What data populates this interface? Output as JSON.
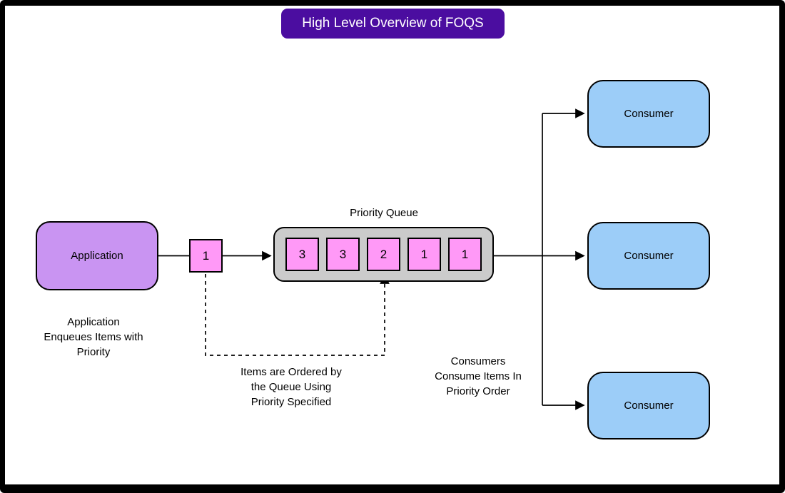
{
  "title": "High Level Overview of FOQS",
  "application": {
    "label": "Application"
  },
  "enqueue_item": {
    "value": "1"
  },
  "queue": {
    "label": "Priority Queue",
    "items": [
      "3",
      "3",
      "2",
      "1",
      "1"
    ]
  },
  "consumers": [
    {
      "label": "Consumer"
    },
    {
      "label": "Consumer"
    },
    {
      "label": "Consumer"
    }
  ],
  "captions": {
    "application": "Application\nEnqueues Items with\nPriority",
    "queue_order": "Items are Ordered by\nthe Queue Using\nPriority Specified",
    "consumers": "Consumers\nConsume Items In\nPriority Order"
  },
  "colors": {
    "banner_bg": "#4B0DA0",
    "banner_text": "#FFFFFF",
    "application_fill": "#C994F2",
    "item_fill": "#FF99F7",
    "queue_fill": "#CBCBCB",
    "consumer_fill": "#9CCDF8",
    "stroke": "#000000",
    "frame": "#000000"
  }
}
